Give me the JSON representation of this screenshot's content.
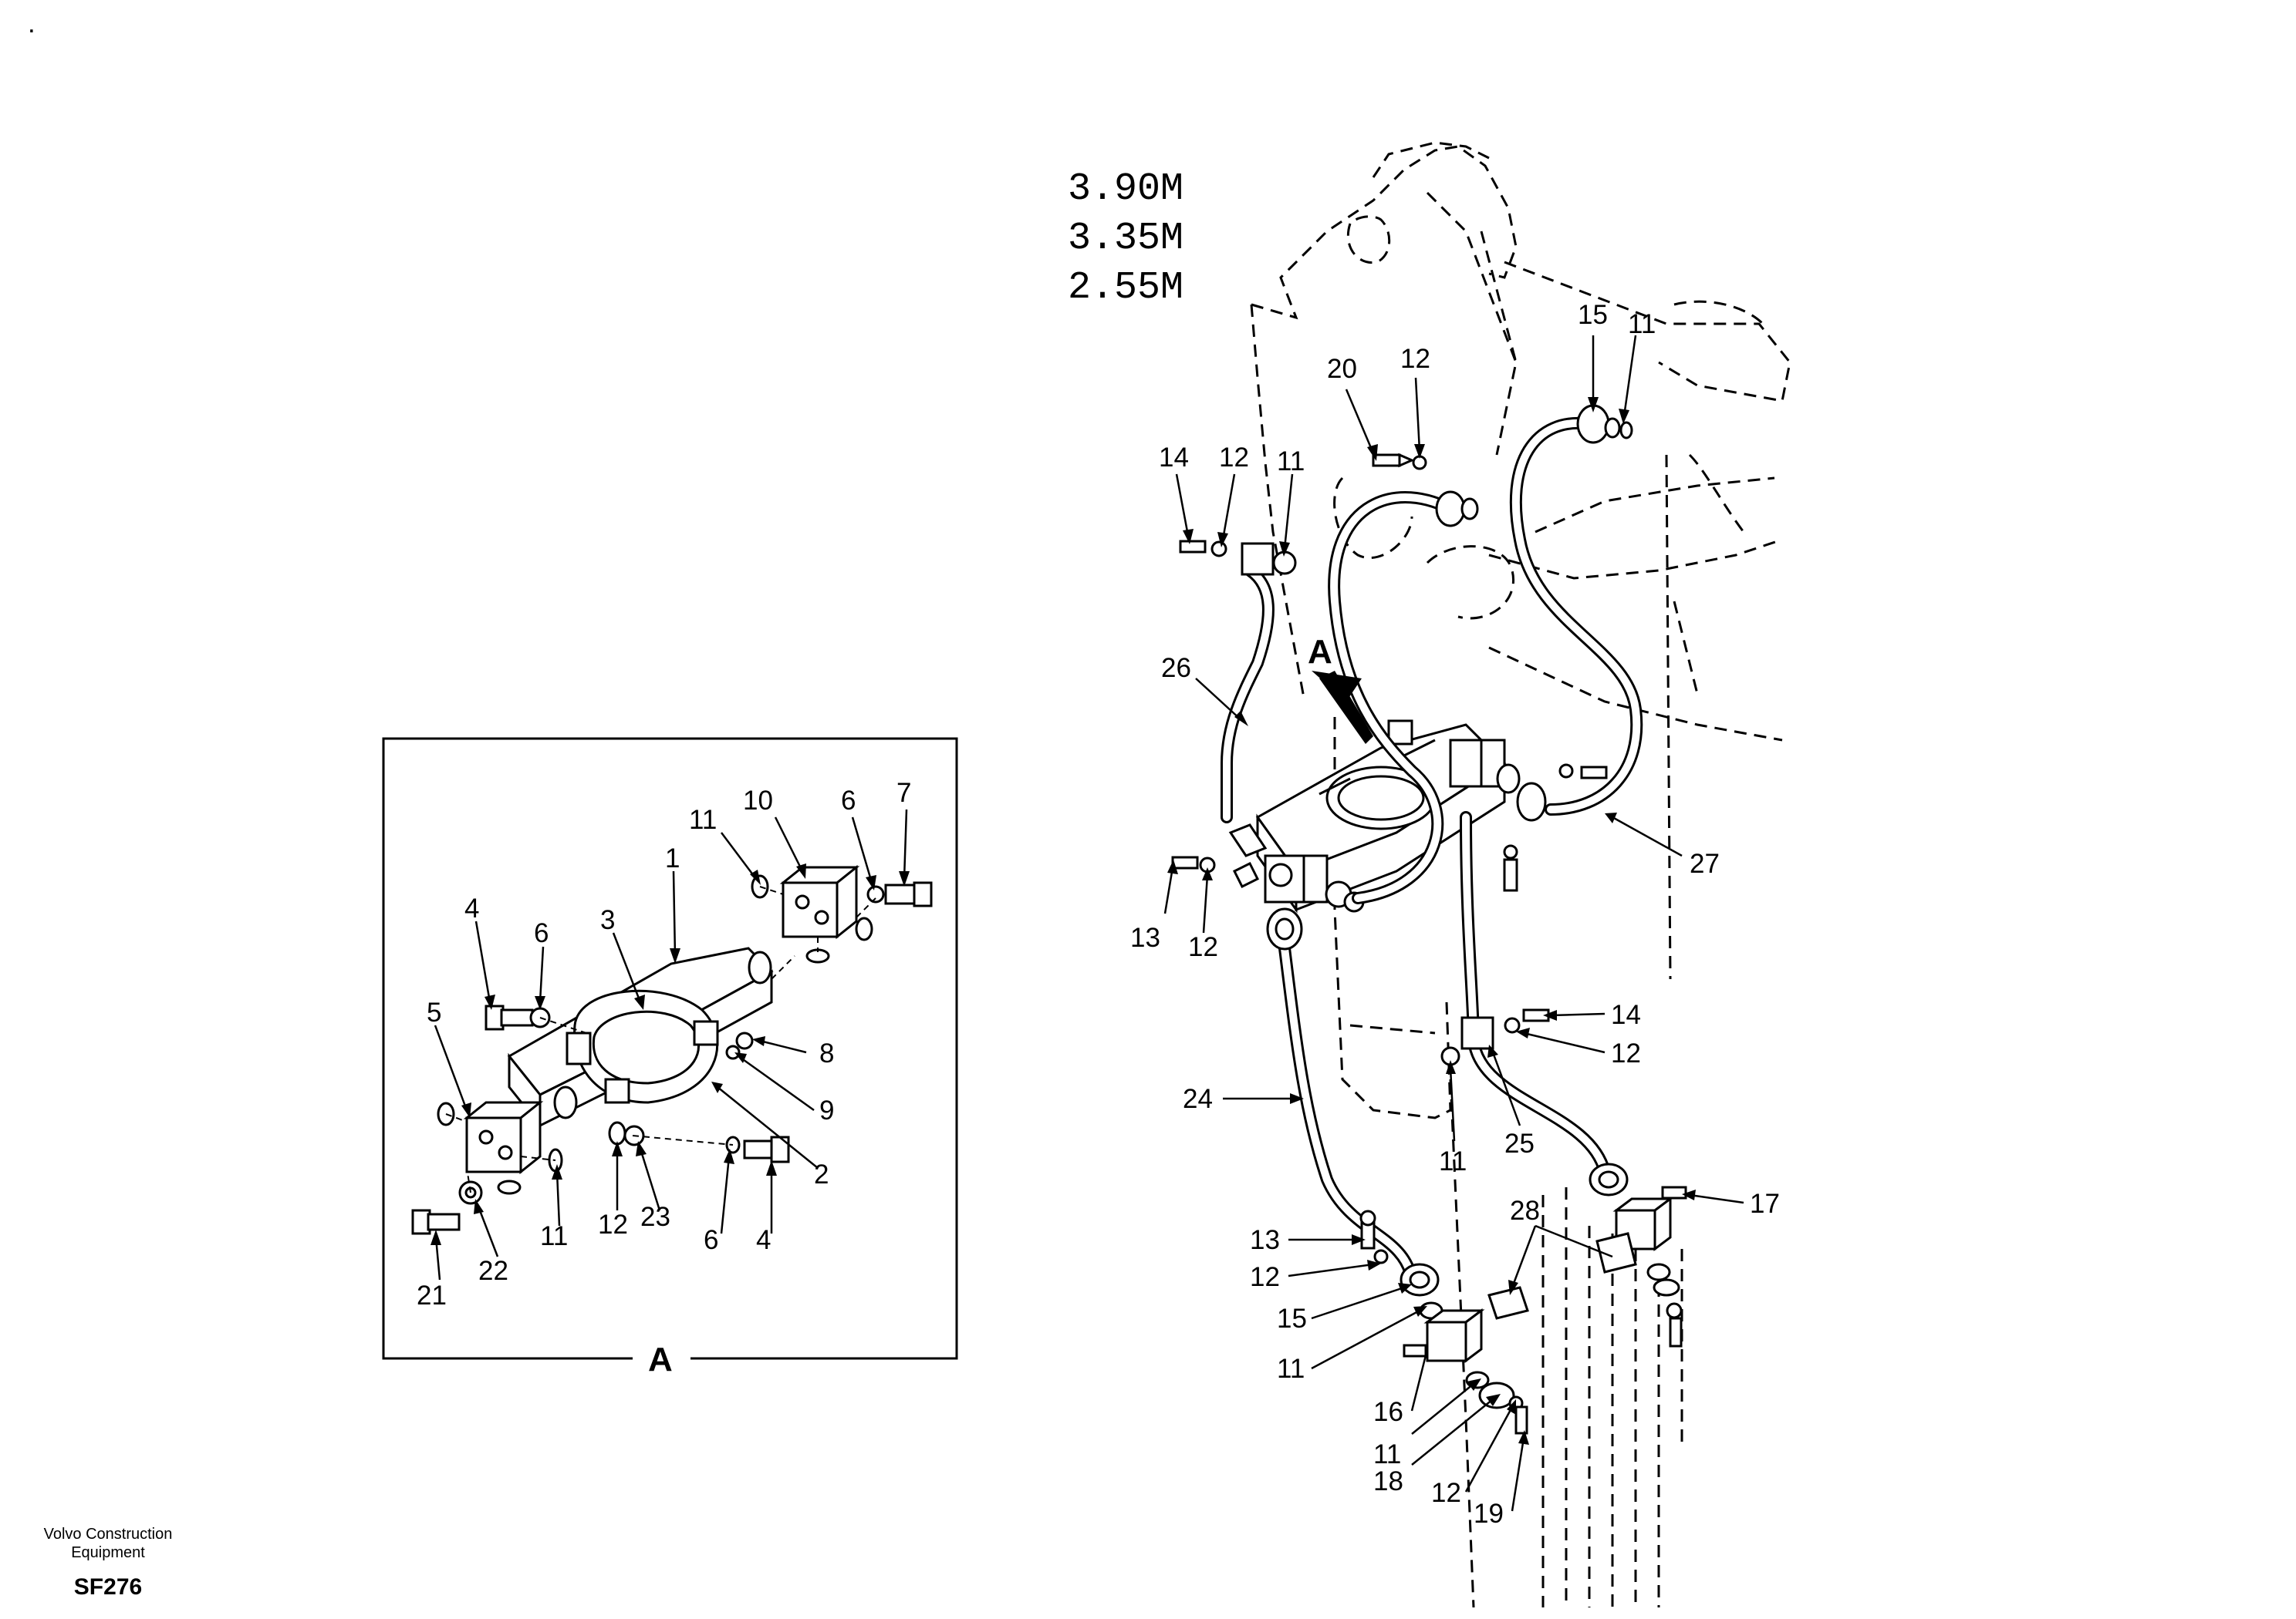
{
  "top_dot": ".",
  "lengths": [
    "3.90M",
    "3.35M",
    "2.55M"
  ],
  "detail": {
    "label": "A",
    "callouts": [
      "11",
      "10",
      "6",
      "7",
      "1",
      "4",
      "6",
      "3",
      "5",
      "8",
      "9",
      "2",
      "12",
      "23",
      "6",
      "4",
      "11",
      "21",
      "22"
    ]
  },
  "main": {
    "view_marker": "A",
    "callouts": [
      "15",
      "11",
      "20",
      "12",
      "14",
      "12",
      "11",
      "26",
      "27",
      "13",
      "12",
      "14",
      "12",
      "24",
      "11",
      "25",
      "17",
      "28",
      "13",
      "12",
      "15",
      "11",
      "16",
      "11",
      "18",
      "12",
      "19"
    ]
  },
  "footer": {
    "company_line1": "Volvo Construction",
    "company_line2": "Equipment",
    "code": "SF276"
  }
}
